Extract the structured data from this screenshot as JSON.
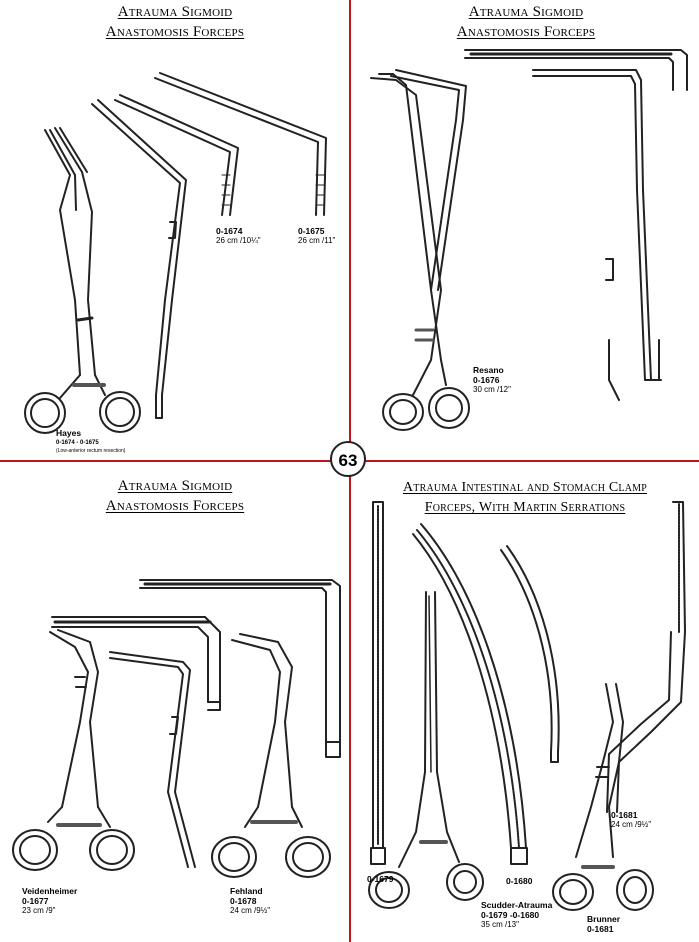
{
  "page_number": "63",
  "q1": {
    "title_line1": "Atrauma Sigmoid",
    "title_line2": "Anastomosis Forceps",
    "items": [
      {
        "code": "0-1674",
        "size": "26 cm /10¼\""
      },
      {
        "code": "0-1675",
        "size": "26 cm /11\""
      }
    ],
    "main_name": "Hayes",
    "main_codes": "0-1674 - 0-1675",
    "main_note": "(Low-anterior rectum resection)"
  },
  "q2": {
    "title_line1": "Atrauma Sigmoid",
    "title_line2": "Anastomosis Forceps",
    "name": "Resano",
    "code": "0-1676",
    "size": "30 cm /12\""
  },
  "q3": {
    "title_line1": "Atrauma Sigmoid",
    "title_line2": "Anastomosis Forceps",
    "items": [
      {
        "name": "Veidenheimer",
        "code": "0-1677",
        "size": "23 cm /9\""
      },
      {
        "name": "Fehland",
        "code": "0-1678",
        "size": "24 cm /9½\""
      }
    ]
  },
  "q4": {
    "title_line1": "Atrauma Intestinal and Stomach Clamp",
    "title_line2": "Forceps, With Martin Serrations",
    "label_1679": "0-1679",
    "label_1680": "0-1680",
    "scudder_name": "Scudder-Atrauma",
    "scudder_codes": "0-1679 -0-1680",
    "scudder_size": "35 cm /13\"",
    "code_1681": "0-1681",
    "size_1681": "24 cm /9½\"",
    "brunner_name": "Brunner",
    "brunner_code": "0-1681"
  }
}
